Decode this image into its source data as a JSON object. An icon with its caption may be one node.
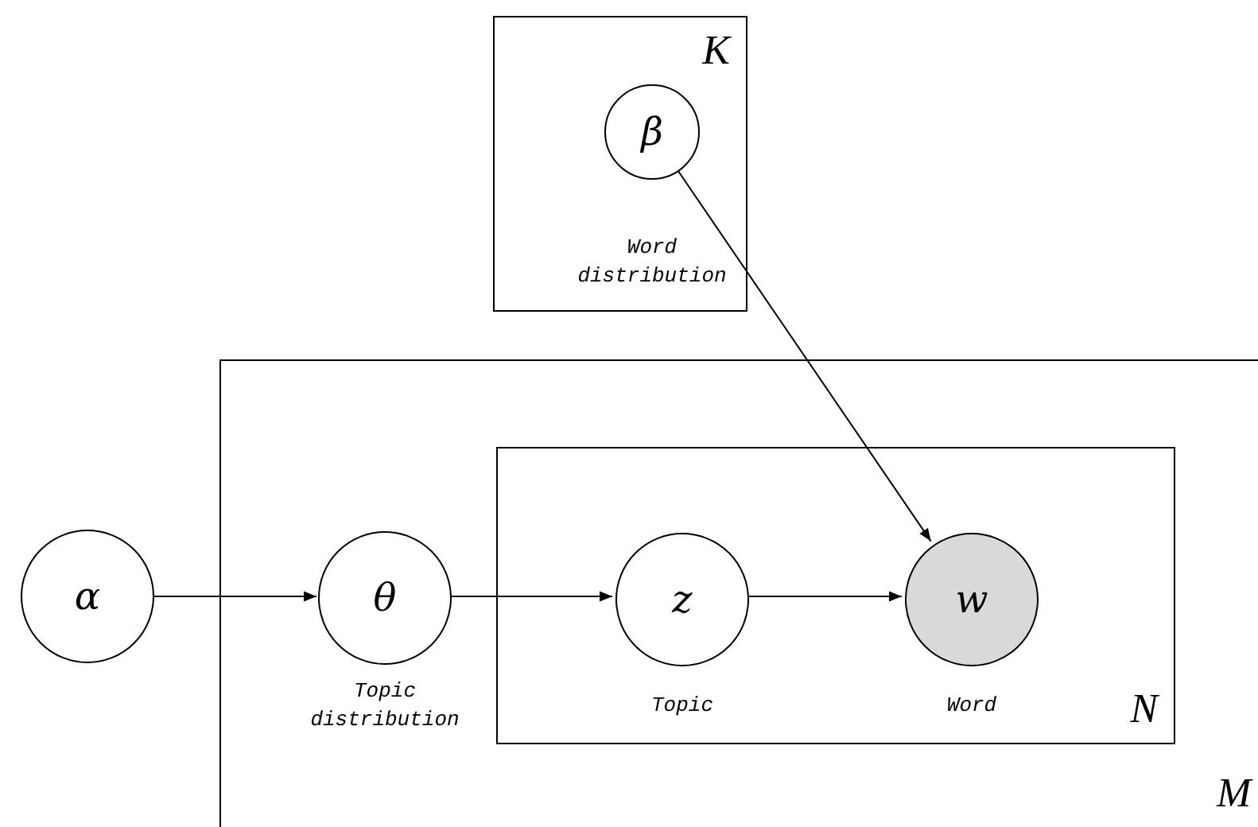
{
  "diagram": {
    "nodes": [
      {
        "text": [
          "K"
        ]
      },
      {
        "text": [
          "β"
        ],
        "in": 0,
        "beside": [
          "Word distribution"
        ]
      },
      {
        "text": [
          "M"
        ]
      },
      {
        "text": [
          "α"
        ]
      },
      {
        "text": [
          "θ"
        ],
        "in": 2,
        "beside": [
          "Topic distribution"
        ]
      },
      {
        "text": [
          "N"
        ],
        "in": 2
      },
      {
        "text": [
          "z"
        ],
        "in": 5,
        "beside": [
          "Topic"
        ]
      },
      {
        "text": [
          "w"
        ],
        "in": 5,
        "beside": [
          "Word"
        ]
      }
    ],
    "edges": [
      {
        "from": 3,
        "to": 4,
        "arrow": "to"
      },
      {
        "from": 4,
        "to": 6,
        "arrow": "to"
      },
      {
        "from": 6,
        "to": 7,
        "arrow": "to"
      },
      {
        "from": 1,
        "to": 7,
        "arrow": "to"
      }
    ]
  }
}
